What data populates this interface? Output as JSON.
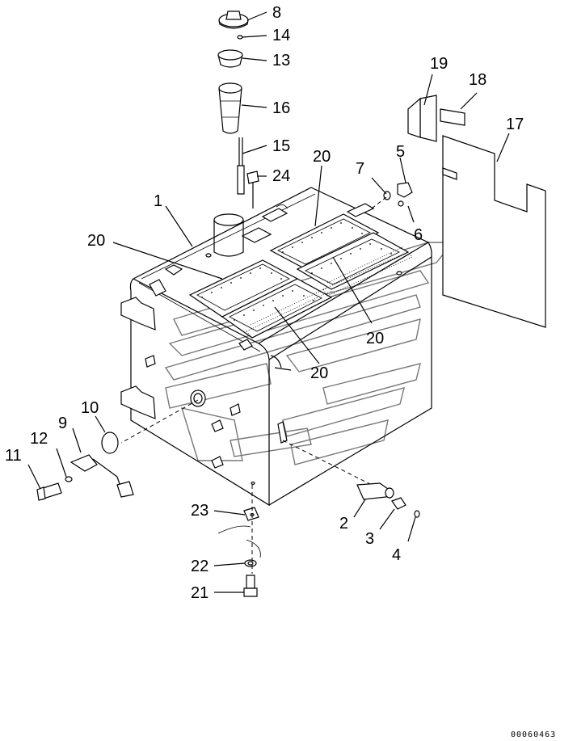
{
  "diagram": {
    "part_labels": [
      {
        "id": "1",
        "text": "1"
      },
      {
        "id": "2",
        "text": "2"
      },
      {
        "id": "3",
        "text": "3"
      },
      {
        "id": "4",
        "text": "4"
      },
      {
        "id": "5",
        "text": "5"
      },
      {
        "id": "6",
        "text": "6"
      },
      {
        "id": "7",
        "text": "7"
      },
      {
        "id": "8",
        "text": "8"
      },
      {
        "id": "9",
        "text": "9"
      },
      {
        "id": "10",
        "text": "10"
      },
      {
        "id": "11",
        "text": "11"
      },
      {
        "id": "12",
        "text": "12"
      },
      {
        "id": "13",
        "text": "13"
      },
      {
        "id": "14",
        "text": "14"
      },
      {
        "id": "15",
        "text": "15"
      },
      {
        "id": "16",
        "text": "16"
      },
      {
        "id": "17",
        "text": "17"
      },
      {
        "id": "18",
        "text": "18"
      },
      {
        "id": "19",
        "text": "19"
      },
      {
        "id": "20a",
        "text": "20"
      },
      {
        "id": "20b",
        "text": "20"
      },
      {
        "id": "20c",
        "text": "20"
      },
      {
        "id": "20d",
        "text": "20"
      },
      {
        "id": "21",
        "text": "21"
      },
      {
        "id": "22",
        "text": "22"
      },
      {
        "id": "23",
        "text": "23"
      },
      {
        "id": "24",
        "text": "24"
      }
    ],
    "drawing_code": "00060463"
  }
}
